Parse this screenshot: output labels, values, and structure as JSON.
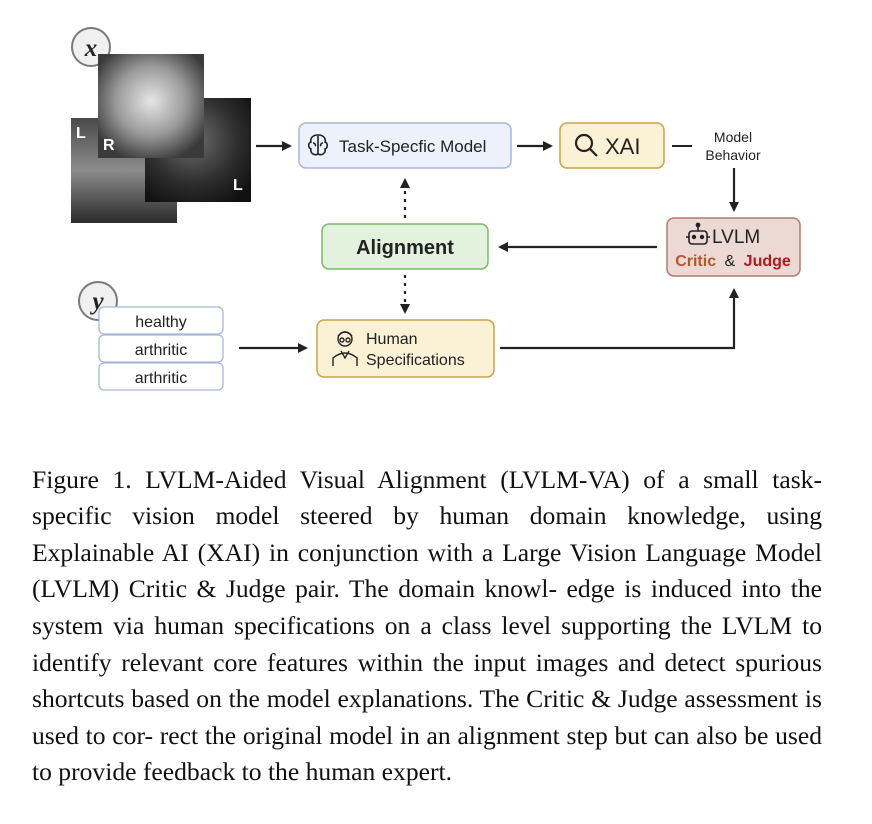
{
  "diagram": {
    "x_label": "x",
    "y_label": "y",
    "xray_markers": [
      "L",
      "R",
      "L"
    ],
    "task_model": "Task-Specfic Model",
    "xai": "XAI",
    "model_behavior": [
      "Model",
      "Behavior"
    ],
    "lvlm": "LVLM",
    "critic": "Critic",
    "amp": "&",
    "judge": "Judge",
    "alignment": "Alignment",
    "labels": [
      "healthy",
      "arthritic",
      "arthritic"
    ],
    "human_spec": [
      "Human",
      "Specifications"
    ],
    "colors": {
      "task_model_fill": "#edf1fb",
      "task_model_stroke": "#a9b6dc",
      "xai_fill": "#fbf2d6",
      "xai_stroke": "#c9a24a",
      "alignment_fill": "#e3f2dd",
      "alignment_stroke": "#7bb86a",
      "lvlm_fill": "#ecd9d3",
      "lvlm_stroke": "#b27c6e",
      "critic": "#b5572b",
      "judge": "#b0181d",
      "human_fill": "#fbf2d6",
      "human_stroke": "#c9a24a",
      "label_stroke": "#a9b6dc"
    },
    "icons": [
      "brain-icon",
      "magnifier-icon",
      "robot-icon",
      "doctor-icon"
    ]
  },
  "caption": "Figure 1. LVLM-Aided Visual Alignment (LVLM-VA) of a small task-specific vision model steered by human domain knowledge, using Explainable AI (XAI) in conjunction with a Large Vision Language Model (LVLM) Critic & Judge pair. The domain knowl- edge is induced into the system via human specifications on a class level supporting the LVLM to identify relevant core features within the input images and detect spurious shortcuts based on the model explanations. The Critic & Judge assessment is used to cor- rect the original model in an alignment step but can also be used to provide feedback to the human expert."
}
